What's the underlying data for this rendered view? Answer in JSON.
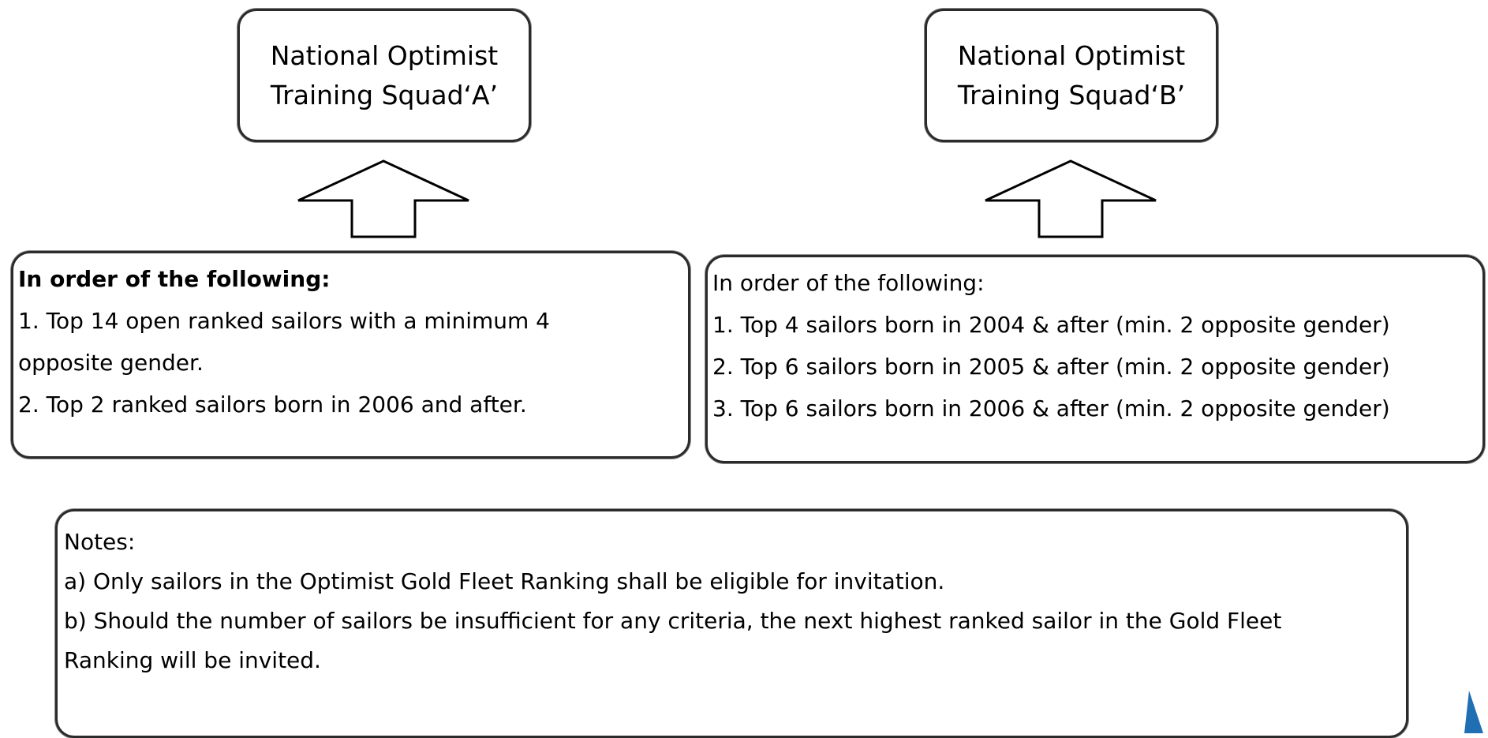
{
  "squad_a": {
    "title_line1": "National Optimist",
    "title_line2": "Training Squad‘A’"
  },
  "squad_b": {
    "title_line1": "National Optimist",
    "title_line2": "Training Squad‘B’"
  },
  "criteria_a": {
    "heading": "In order of the following:",
    "item1_line1": "1. Top 14 open ranked sailors with a minimum 4",
    "item1_line2": "opposite gender.",
    "item2": "2.  Top 2 ranked sailors born in 2006 and after."
  },
  "criteria_b": {
    "heading": "In order of the following:",
    "item1": "1. Top 4 sailors born in 2004 & after (min. 2 opposite gender)",
    "item2": "2. Top 6 sailors born in 2005 & after (min. 2 opposite gender)",
    "item3": "3. Top 6 sailors born in 2006 & after (min. 2 opposite gender)"
  },
  "notes": {
    "heading": "Notes:",
    "note_a": "a) Only sailors in the Optimist Gold Fleet Ranking shall be eligible for invitation.",
    "note_b_line1": "b) Should the number of sailors be insufficient for any criteria, the next highest ranked sailor in the Gold Fleet",
    "note_b_line2": "Ranking will be invited."
  },
  "colors": {
    "border": "#2b2b2b",
    "logo": "#1f6fb2"
  }
}
